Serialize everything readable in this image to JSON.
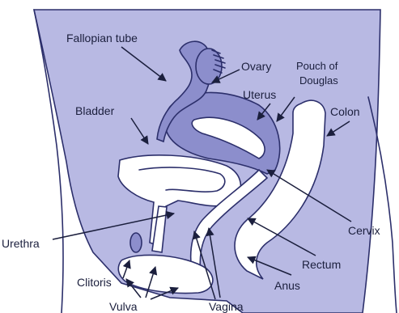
{
  "labels": {
    "fallopian_tube": "Fallopian tube",
    "ovary": "Ovary",
    "pouch_line1": "Pouch of",
    "pouch_line2": "Douglas",
    "uterus": "Uterus",
    "bladder": "Bladder",
    "colon": "Colon",
    "cervix": "Cervix",
    "urethra": "Urethra",
    "rectum": "Rectum",
    "clitoris": "Clitoris",
    "anus": "Anus",
    "vulva": "Vulva",
    "vagina": "Vagina"
  },
  "colors": {
    "body": "#b8b9e3",
    "organ": "#8c8ecc",
    "outline": "#2c2f6b",
    "text": "#1b1f3d"
  }
}
